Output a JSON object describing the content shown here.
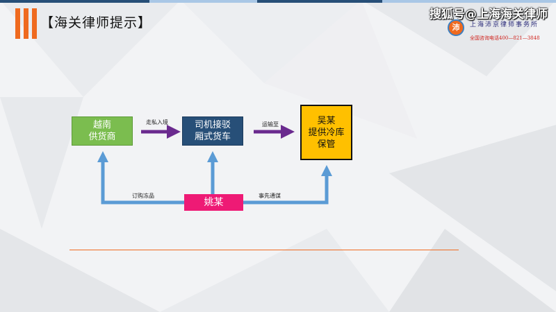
{
  "header": {
    "title": "【海关律师提示】",
    "watermark": "搜狐号@上海海关律师",
    "logo_glyph": "沛",
    "firm_name": "上海沛京律师事务所",
    "hotline": "全国咨询电话400—821—3848"
  },
  "colors": {
    "accent_orange": "#ef6a1f",
    "vendor_green": "#7bbd4f",
    "driver_navy": "#274f78",
    "wu_yellow": "#ffc000",
    "yao_pink": "#ee1a75",
    "purple_arrow": "#6a2a8e",
    "blue_arrow": "#5b9bd5"
  },
  "diagram": {
    "nodes": {
      "vendor": "越南\n供货商",
      "driver": "司机接驳\n厢式货车",
      "wu": "吴某\n提供冷库\n保管",
      "yao": "姚某"
    },
    "edges": {
      "smuggle": "走私入境",
      "transport": "运输至",
      "order": "订购冻品",
      "collude": "事先通谋"
    }
  }
}
